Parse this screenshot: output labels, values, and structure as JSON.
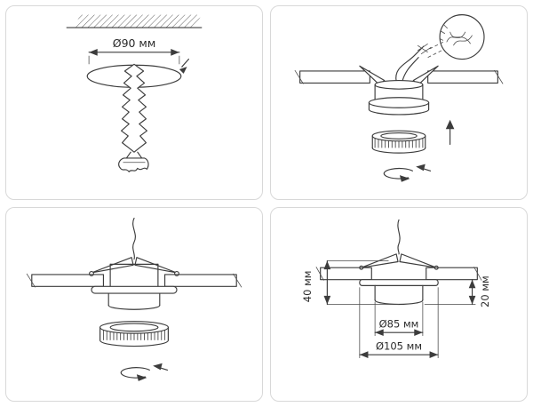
{
  "colors": {
    "line": "#3c3c3c",
    "text": "#2b2b2b",
    "panel_border": "#d8d8d8",
    "background": "#ffffff"
  },
  "panels": {
    "drill_hole": {
      "diameter_label": "Ø90 мм"
    },
    "dimensions": {
      "height_label": "40 мм",
      "protrusion_label": "20 мм",
      "inner_diameter_label": "Ø85 мм",
      "outer_diameter_label": "Ø105 мм"
    }
  }
}
